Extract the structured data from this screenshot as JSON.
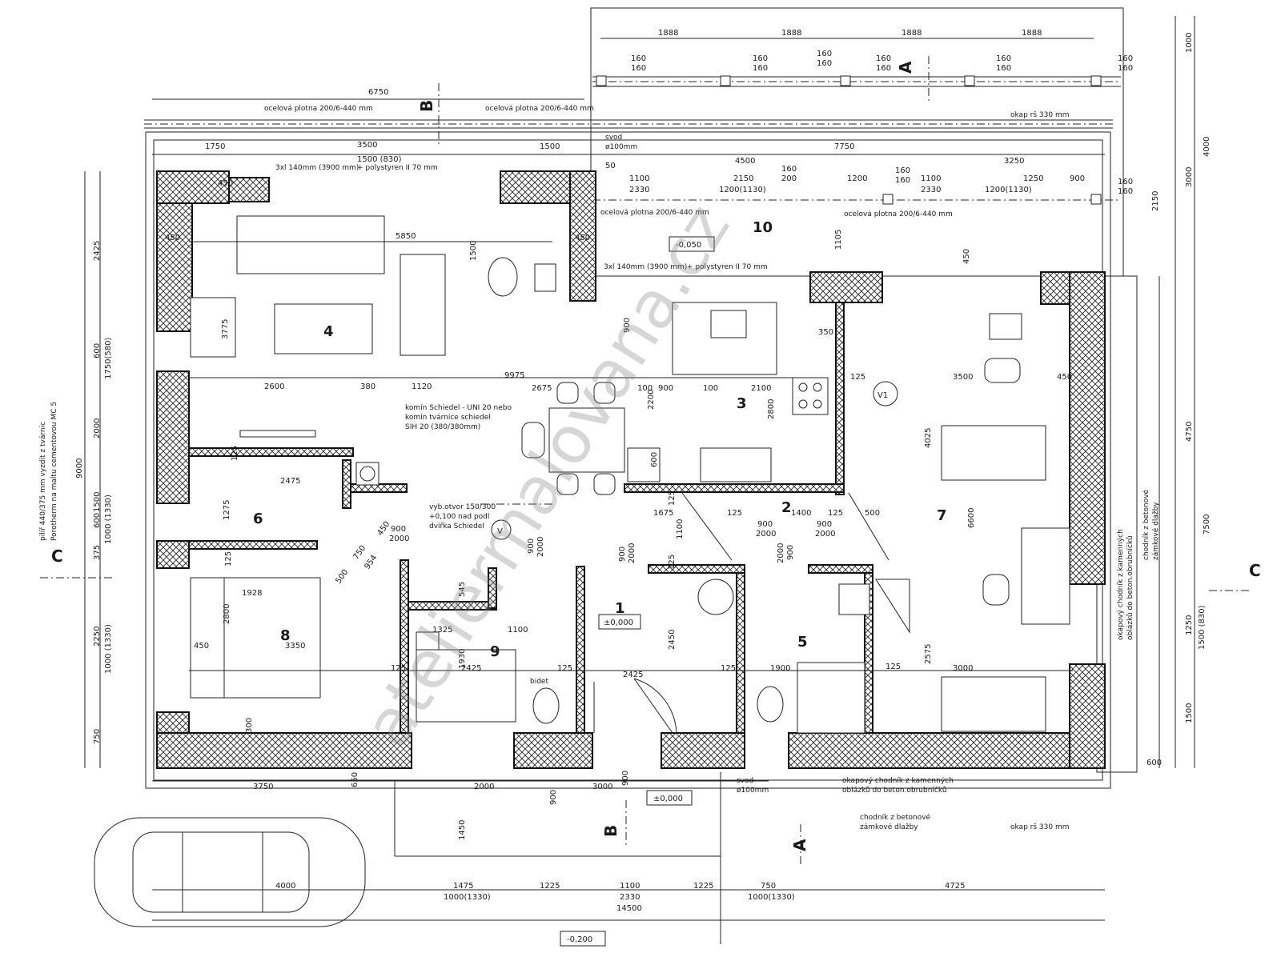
{
  "rooms": {
    "r1": "1",
    "r2": "2",
    "r3": "3",
    "r4": "4",
    "r5": "5",
    "r6": "6",
    "r7": "7",
    "r8": "8",
    "r9": "9",
    "r10": "10"
  },
  "levels": {
    "terrace": "-0,050",
    "hall": "±0,000",
    "entrance": "±0,000",
    "outside": "-0,200"
  },
  "sections": {
    "a": "A",
    "b": "B",
    "c": "C"
  },
  "marks": {
    "v": "V",
    "v1": "V1",
    "bidet": "bidet"
  },
  "notes": {
    "steel_plate": "ocelová plotna 200/6-440 mm",
    "lintel": "3xl 140mm (3900 mm)",
    "polystyrene": "+ polystyren II 70 mm",
    "downpipe": "svod",
    "downpipe_dia": "ø100mm",
    "eaves_330": "okap rš 330 mm",
    "chimney_1": "komín Schiedel - UNI 20 nebo",
    "chimney_2": "komín tvárnice schiedel",
    "chimney_3": "SIH 20 (380/380mm)",
    "vent_1": "vyb.otvor 150/300",
    "vent_2": "+0,100 nad podl",
    "vent_3": "dvířka Schiedel",
    "pillar_1": "pilíř 440/375 mm vyzdít z tvárnic",
    "pillar_2": "Porotherm na maltu cementovou MC 5",
    "pebble_1": "okapový chodník z kamenných",
    "pebble_2": "oblázků do beton.obrubníčků",
    "paving_1": "chodník z betonové",
    "paving_2": "zámkové dlažby",
    "watermark": "ateliermalovana.cz"
  },
  "dims": {
    "d1888": "1888",
    "d160": "160",
    "d1000": "1000",
    "d6750": "6750",
    "d1750": "1750",
    "d1500_830": "1500 (830)",
    "d3500": "3500",
    "d1500": "1500",
    "d4500": "4500",
    "d7750": "7750",
    "d3250": "3250",
    "d1100": "1100",
    "d2150": "2150",
    "d200": "200",
    "d1200": "1200",
    "d900": "900",
    "d2330": "2330",
    "d1200_1130": "1200(1130)",
    "d50": "50",
    "d450": "450",
    "d5850": "5850",
    "d3775": "3775",
    "d4000": "4000",
    "d3000": "3000",
    "d1105": "1105",
    "d2425": "2425",
    "d600": "600",
    "d1750_580": "1750(580)",
    "d2000": "2000",
    "d9000": "9000",
    "d1000_1330": "1000 (1330)",
    "d375": "375",
    "d2250": "2250",
    "d750": "750",
    "d2600": "2600",
    "d380": "380",
    "d1120": "1120",
    "d9975": "9975",
    "d2675": "2675",
    "d100": "100",
    "d2100": "2100",
    "d2800": "2800",
    "d2200": "2200",
    "d125": "125",
    "d4025": "4025",
    "d4750": "4750",
    "d7500": "7500",
    "d1275": "1275",
    "d2475": "2475",
    "d954": "954",
    "d500": "500",
    "d1675": "1675",
    "d1400": "1400",
    "d6600": "6600",
    "d1928": "1928",
    "d3350": "3350",
    "d1325": "1325",
    "d545": "545",
    "d1930": "1930",
    "d2450": "2450",
    "d1900": "1900",
    "d2575": "2575",
    "d1250": "1250",
    "d1500_830b": "1500 (830)",
    "d300": "300",
    "d3750": "3750",
    "d650": "650",
    "d1450": "1450",
    "d1475": "1475",
    "d1225": "1225",
    "d4725": "4725",
    "d14500": "14500",
    "d1000_1330b": "1000(1330)",
    "d350": "350"
  }
}
